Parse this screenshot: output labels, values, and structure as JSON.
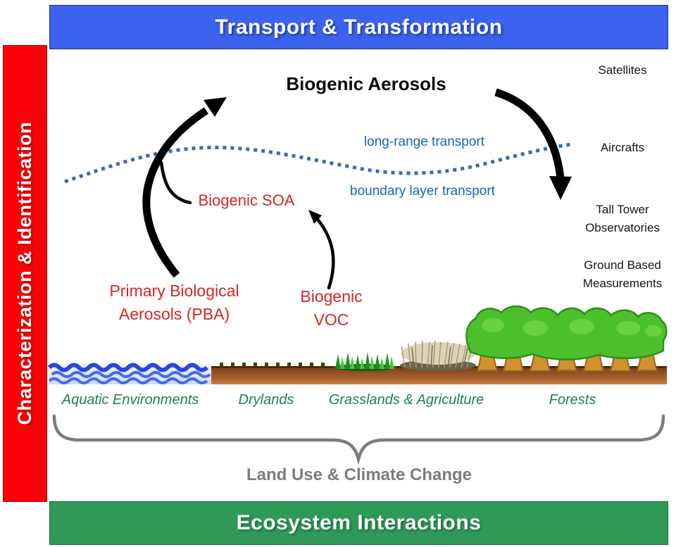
{
  "banners": {
    "top": {
      "label": "Transport & Transformation",
      "color": "#3b63f0"
    },
    "left": {
      "label": "Characterization & Identification",
      "color": "#fb0006"
    },
    "bottom": {
      "label": "Ecosystem Interactions",
      "color": "#2f9a58"
    }
  },
  "atmosphere": {
    "title": "Biogenic Aerosols",
    "long_range_label": "long-range transport",
    "boundary_label": "boundary layer transport"
  },
  "aerosol_nodes": {
    "soa": "Biogenic SOA",
    "pba": {
      "line1": "Primary Biological",
      "line2": "Aerosols (PBA)"
    },
    "voc": {
      "line1": "Biogenic",
      "line2": "VOC"
    }
  },
  "measurements": [
    {
      "lines": [
        "Satellites"
      ]
    },
    {
      "lines": [
        "Aircrafts"
      ]
    },
    {
      "lines": [
        "Tall Tower",
        "Observatories"
      ]
    },
    {
      "lines": [
        "Ground Based",
        "Measurements"
      ]
    }
  ],
  "ecosystems": [
    {
      "label": "Aquatic Environments"
    },
    {
      "label": "Drylands"
    },
    {
      "label": "Grasslands & Agriculture"
    },
    {
      "label": "Forests"
    }
  ],
  "footer": {
    "brace_label": "Land Use & Climate Change"
  },
  "colors": {
    "red_text": "#d42724",
    "blue_text": "#1668b3",
    "green_text": "#1f8050",
    "gray_text": "#7c7c7c",
    "dotted_line": "#3a6ca8",
    "soil": "#9a5526",
    "water": "#2a46e0",
    "canopy": "#4cc02c",
    "trunk": "#d4902e"
  }
}
